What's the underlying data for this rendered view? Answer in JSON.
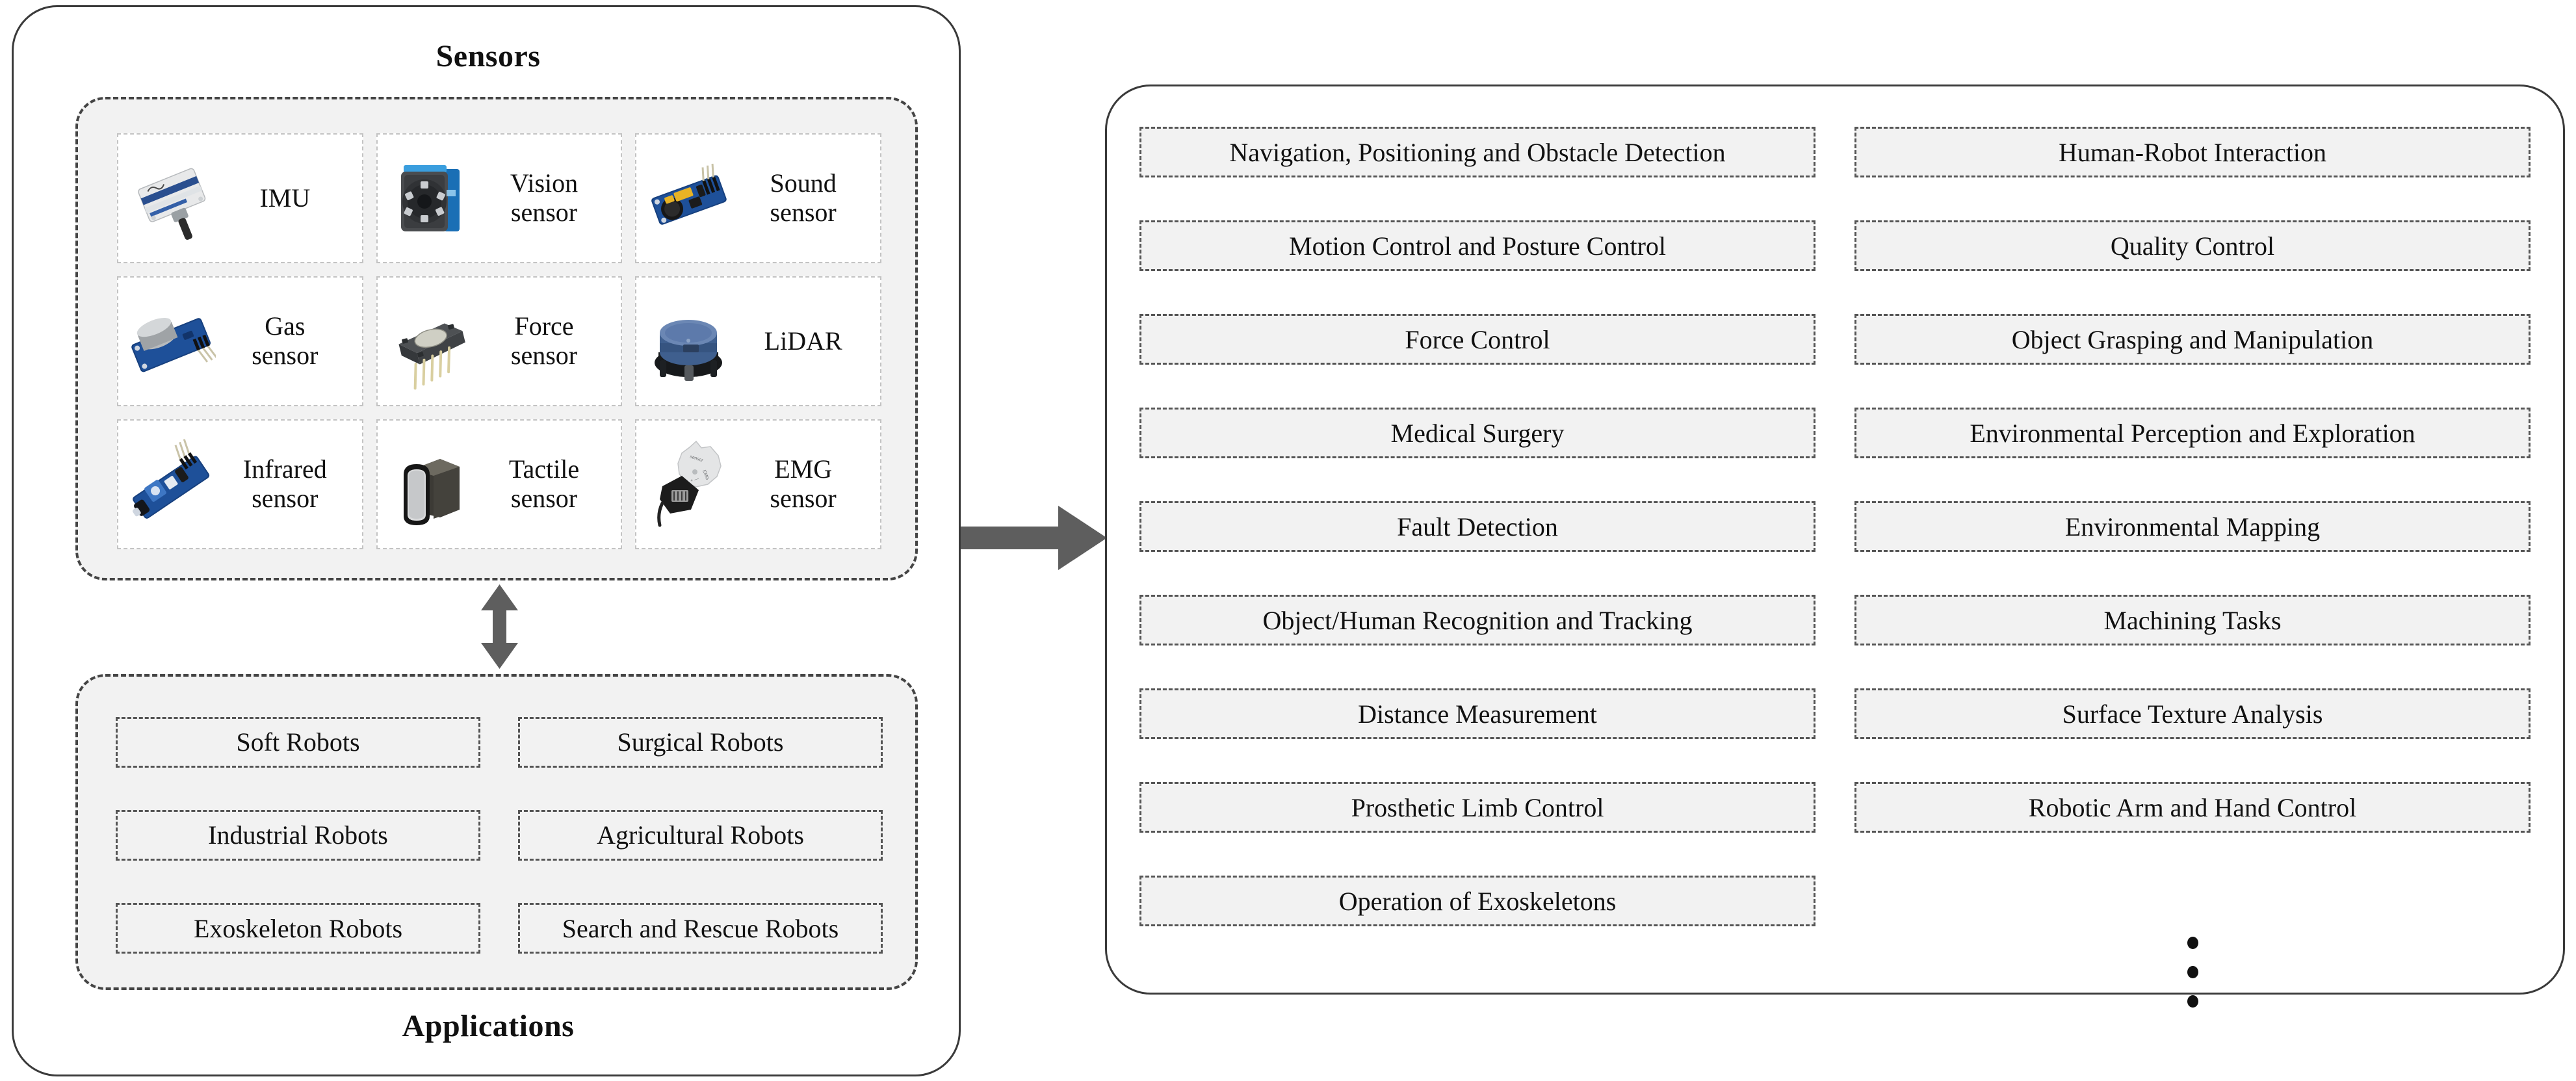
{
  "left_panel": {
    "sensors_title": "Sensors",
    "applications_title": "Applications",
    "sensors": [
      {
        "label": "IMU",
        "icon": "imu-sensor-icon"
      },
      {
        "label": "Vision\nsensor",
        "icon": "vision-sensor-icon"
      },
      {
        "label": "Sound\nsensor",
        "icon": "sound-sensor-icon"
      },
      {
        "label": "Gas\nsensor",
        "icon": "gas-sensor-icon"
      },
      {
        "label": "Force\nsensor",
        "icon": "force-sensor-icon"
      },
      {
        "label": "LiDAR",
        "icon": "lidar-sensor-icon"
      },
      {
        "label": "Infrared\nsensor",
        "icon": "infrared-sensor-icon"
      },
      {
        "label": "Tactile\nsensor",
        "icon": "tactile-sensor-icon"
      },
      {
        "label": "EMG\nsensor",
        "icon": "emg-sensor-icon"
      }
    ],
    "applications": [
      "Soft Robots",
      "Surgical Robots",
      "Industrial Robots",
      "Agricultural Robots",
      "Exoskeleton Robots",
      "Search and Rescue Robots"
    ]
  },
  "right_panel": {
    "tasks_left": [
      "Navigation, Positioning and Obstacle Detection",
      "Motion Control and Posture Control",
      "Force Control",
      "Medical Surgery",
      "Fault Detection",
      "Object/Human Recognition and Tracking",
      "Distance Measurement",
      "Prosthetic Limb Control",
      "Operation of Exoskeletons"
    ],
    "tasks_right": [
      "Human-Robot Interaction",
      "Quality Control",
      "Object Grasping and Manipulation",
      "Environmental Perception and Exploration",
      "Environmental Mapping",
      "Machining Tasks",
      "Surface Texture Analysis",
      "Robotic Arm and Hand Control"
    ],
    "continuation_marker": "vertical-ellipsis"
  },
  "connectors": {
    "sensors_to_applications": "double-headed-vertical-arrow",
    "left_to_right": "right-arrow"
  },
  "colors": {
    "frame_stroke": "#3a3a3a",
    "dashed_stroke": "#555555",
    "chip_fill": "#f2f2f2",
    "arrow_fill": "#5e5e5e",
    "text": "#111111"
  }
}
